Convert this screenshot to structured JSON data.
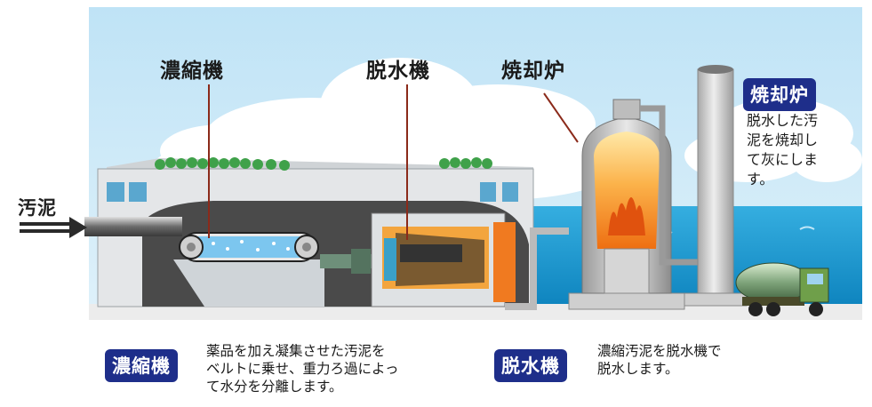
{
  "labels": {
    "inlet": "汚泥",
    "thickener_title": "濃縮機",
    "dehydrator_title": "脱水機",
    "incinerator_title": "焼却炉"
  },
  "notes": {
    "incinerator": {
      "badge": "焼却炉",
      "lines": [
        "脱水した汚",
        "泥を焼却し",
        "て灰にしま",
        "す。"
      ]
    },
    "thickener": {
      "badge": "濃縮機",
      "lines": [
        "薬品を加え凝集させた汚泥を",
        "ベルトに乗せ、重力ろ過によっ",
        "て水分を分離します。"
      ]
    },
    "dehydrator": {
      "badge": "脱水機",
      "lines": [
        "濃縮汚泥を脱水機で",
        "脱水します。"
      ]
    }
  },
  "colors": {
    "sky": "#c9e8f7",
    "sea": "#1f9fd0",
    "building": "#e6e6e6",
    "machine_housing": "#4a4a4a",
    "water": "#7cc6ef",
    "fire": "#f08a1c",
    "badge": "#1e2e8a"
  }
}
